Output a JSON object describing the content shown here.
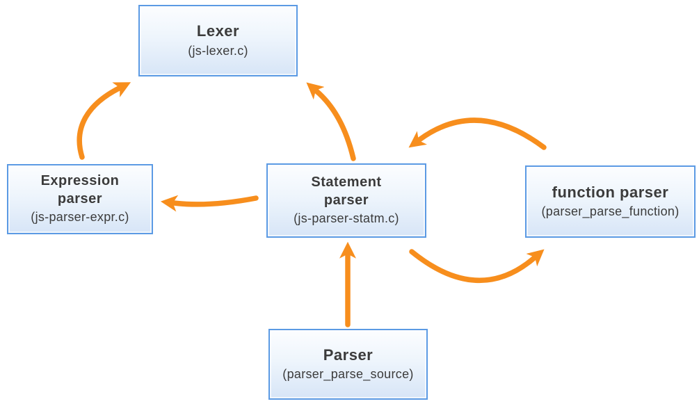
{
  "diagram": {
    "colors": {
      "arrow": "#F78E1D",
      "box_border": "#5B9AE4",
      "box_fill_top": "#FCFDFF",
      "box_fill_bottom": "#D7E5F7",
      "text": "#3B3B3B"
    },
    "nodes": [
      {
        "id": "lexer",
        "title": "Lexer",
        "subtitle": "(js-lexer.c)"
      },
      {
        "id": "expression-parser",
        "title": "Expression\nparser",
        "subtitle": "(js-parser-expr.c)"
      },
      {
        "id": "statement-parser",
        "title": "Statement\nparser",
        "subtitle": "(js-parser-statm.c)"
      },
      {
        "id": "function-parser",
        "title": "function parser",
        "subtitle": "(parser_parse_function)"
      },
      {
        "id": "parser",
        "title": "Parser",
        "subtitle": "(parser_parse_source)"
      }
    ],
    "edges": [
      {
        "from": "expression-parser",
        "to": "lexer"
      },
      {
        "from": "statement-parser",
        "to": "lexer"
      },
      {
        "from": "statement-parser",
        "to": "expression-parser"
      },
      {
        "from": "function-parser",
        "to": "statement-parser"
      },
      {
        "from": "statement-parser",
        "to": "function-parser"
      },
      {
        "from": "parser",
        "to": "statement-parser"
      }
    ]
  }
}
